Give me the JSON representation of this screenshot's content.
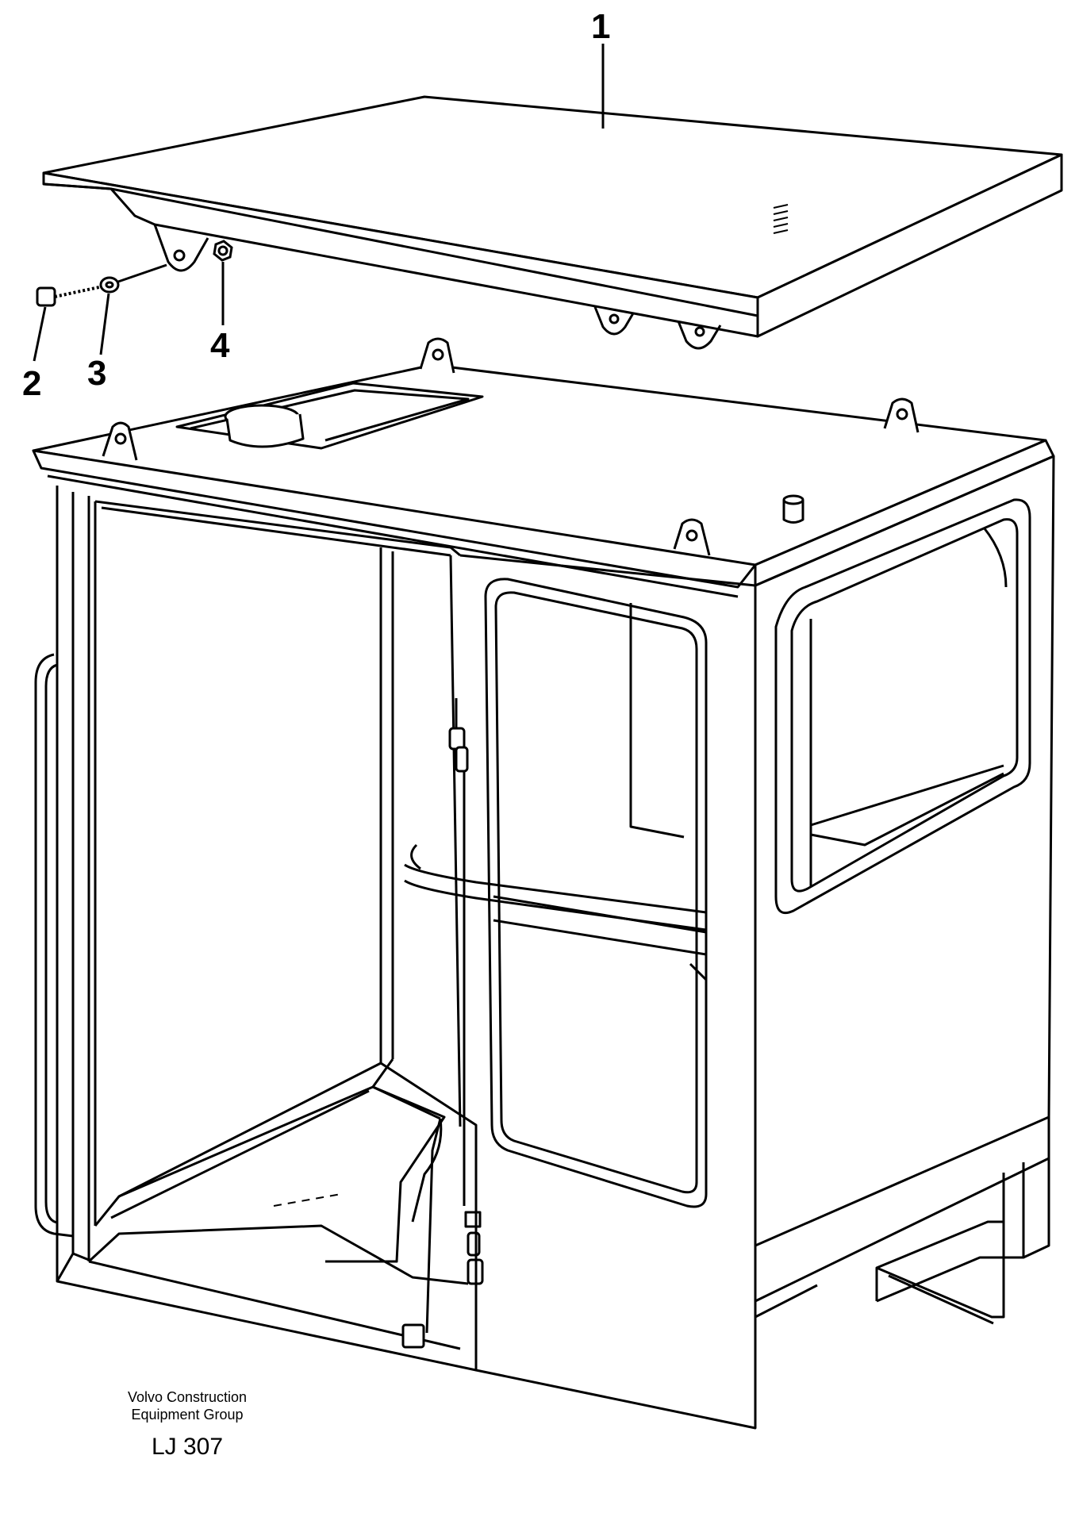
{
  "callouts": {
    "c1": "1",
    "c2": "2",
    "c3": "3",
    "c4": "4"
  },
  "caption": {
    "org_line1": "Volvo Construction",
    "org_line2": "Equipment Group",
    "code": "LJ 307"
  },
  "colors": {
    "line": "#000000",
    "background": "#ffffff"
  }
}
